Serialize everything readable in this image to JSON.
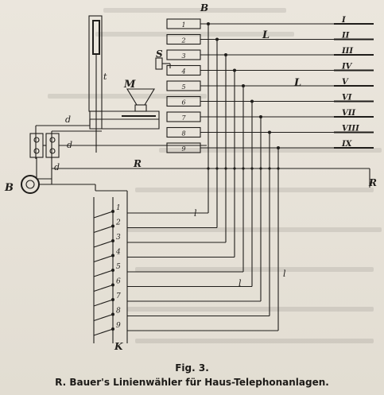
{
  "figure": {
    "number": "Fig. 3.",
    "title": "R. Bauer's Linienwähler für Haus-Telephonanlagen."
  },
  "labels": {
    "B_top": "B",
    "L_top": "L",
    "L_mid": "L",
    "S": "S",
    "t": "t",
    "M": "M",
    "d1": "d",
    "d2": "d",
    "d3": "d",
    "R1": "R",
    "R2": "R",
    "Batt": "B",
    "l1": "l",
    "l2": "l",
    "l3": "l",
    "K_bottom": "K"
  },
  "stations": [
    "I",
    "II",
    "III",
    "IV",
    "V",
    "VI",
    "VII",
    "VIII",
    "IX"
  ],
  "plates": [
    "1",
    "2",
    "3",
    "4",
    "5",
    "6",
    "7",
    "8",
    "9"
  ],
  "switches": [
    "1",
    "2",
    "3",
    "4",
    "5",
    "6",
    "7",
    "8",
    "9"
  ]
}
